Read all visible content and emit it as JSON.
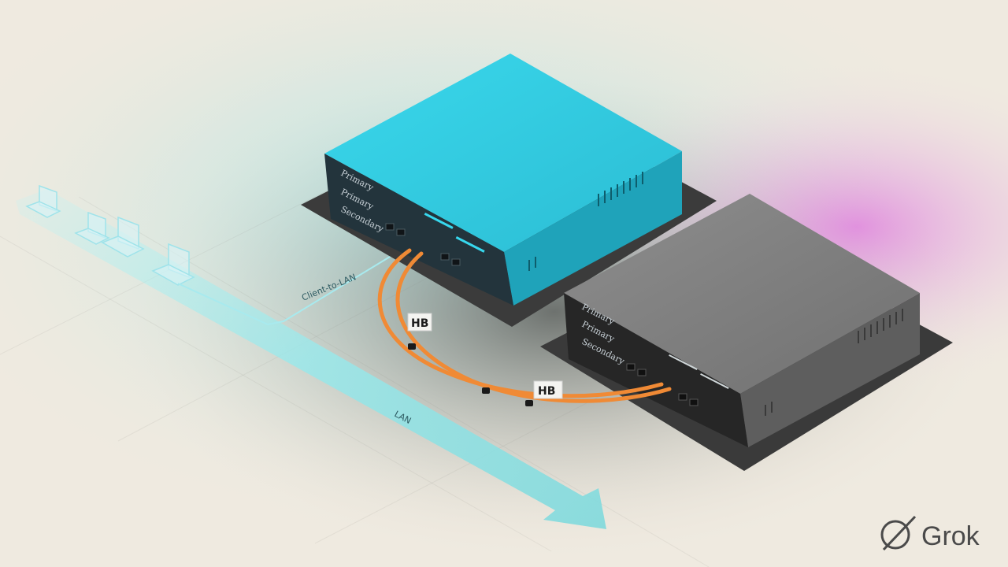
{
  "primary_unit": {
    "labels": [
      "Primary",
      "Primary",
      "Secondary"
    ],
    "color_top": "#36d6e8",
    "color_side": "#1f9fb6"
  },
  "secondary_unit": {
    "labels": [
      "Primary",
      "Primary",
      "Secondary"
    ],
    "color_top": "#8c8c8c",
    "color_side": "#5e5e5e"
  },
  "heartbeat": {
    "label_1": "HB",
    "label_2": "HB",
    "cable_color": "#f08a35"
  },
  "links": {
    "client_label": "Client-to-LAN",
    "lan_label": "LAN"
  },
  "accents": {
    "cyan_glow": "#7ff0f5",
    "magenta_glow": "#e070e0"
  },
  "watermark": {
    "text": "Grok",
    "icon": "grok-logo-icon"
  }
}
